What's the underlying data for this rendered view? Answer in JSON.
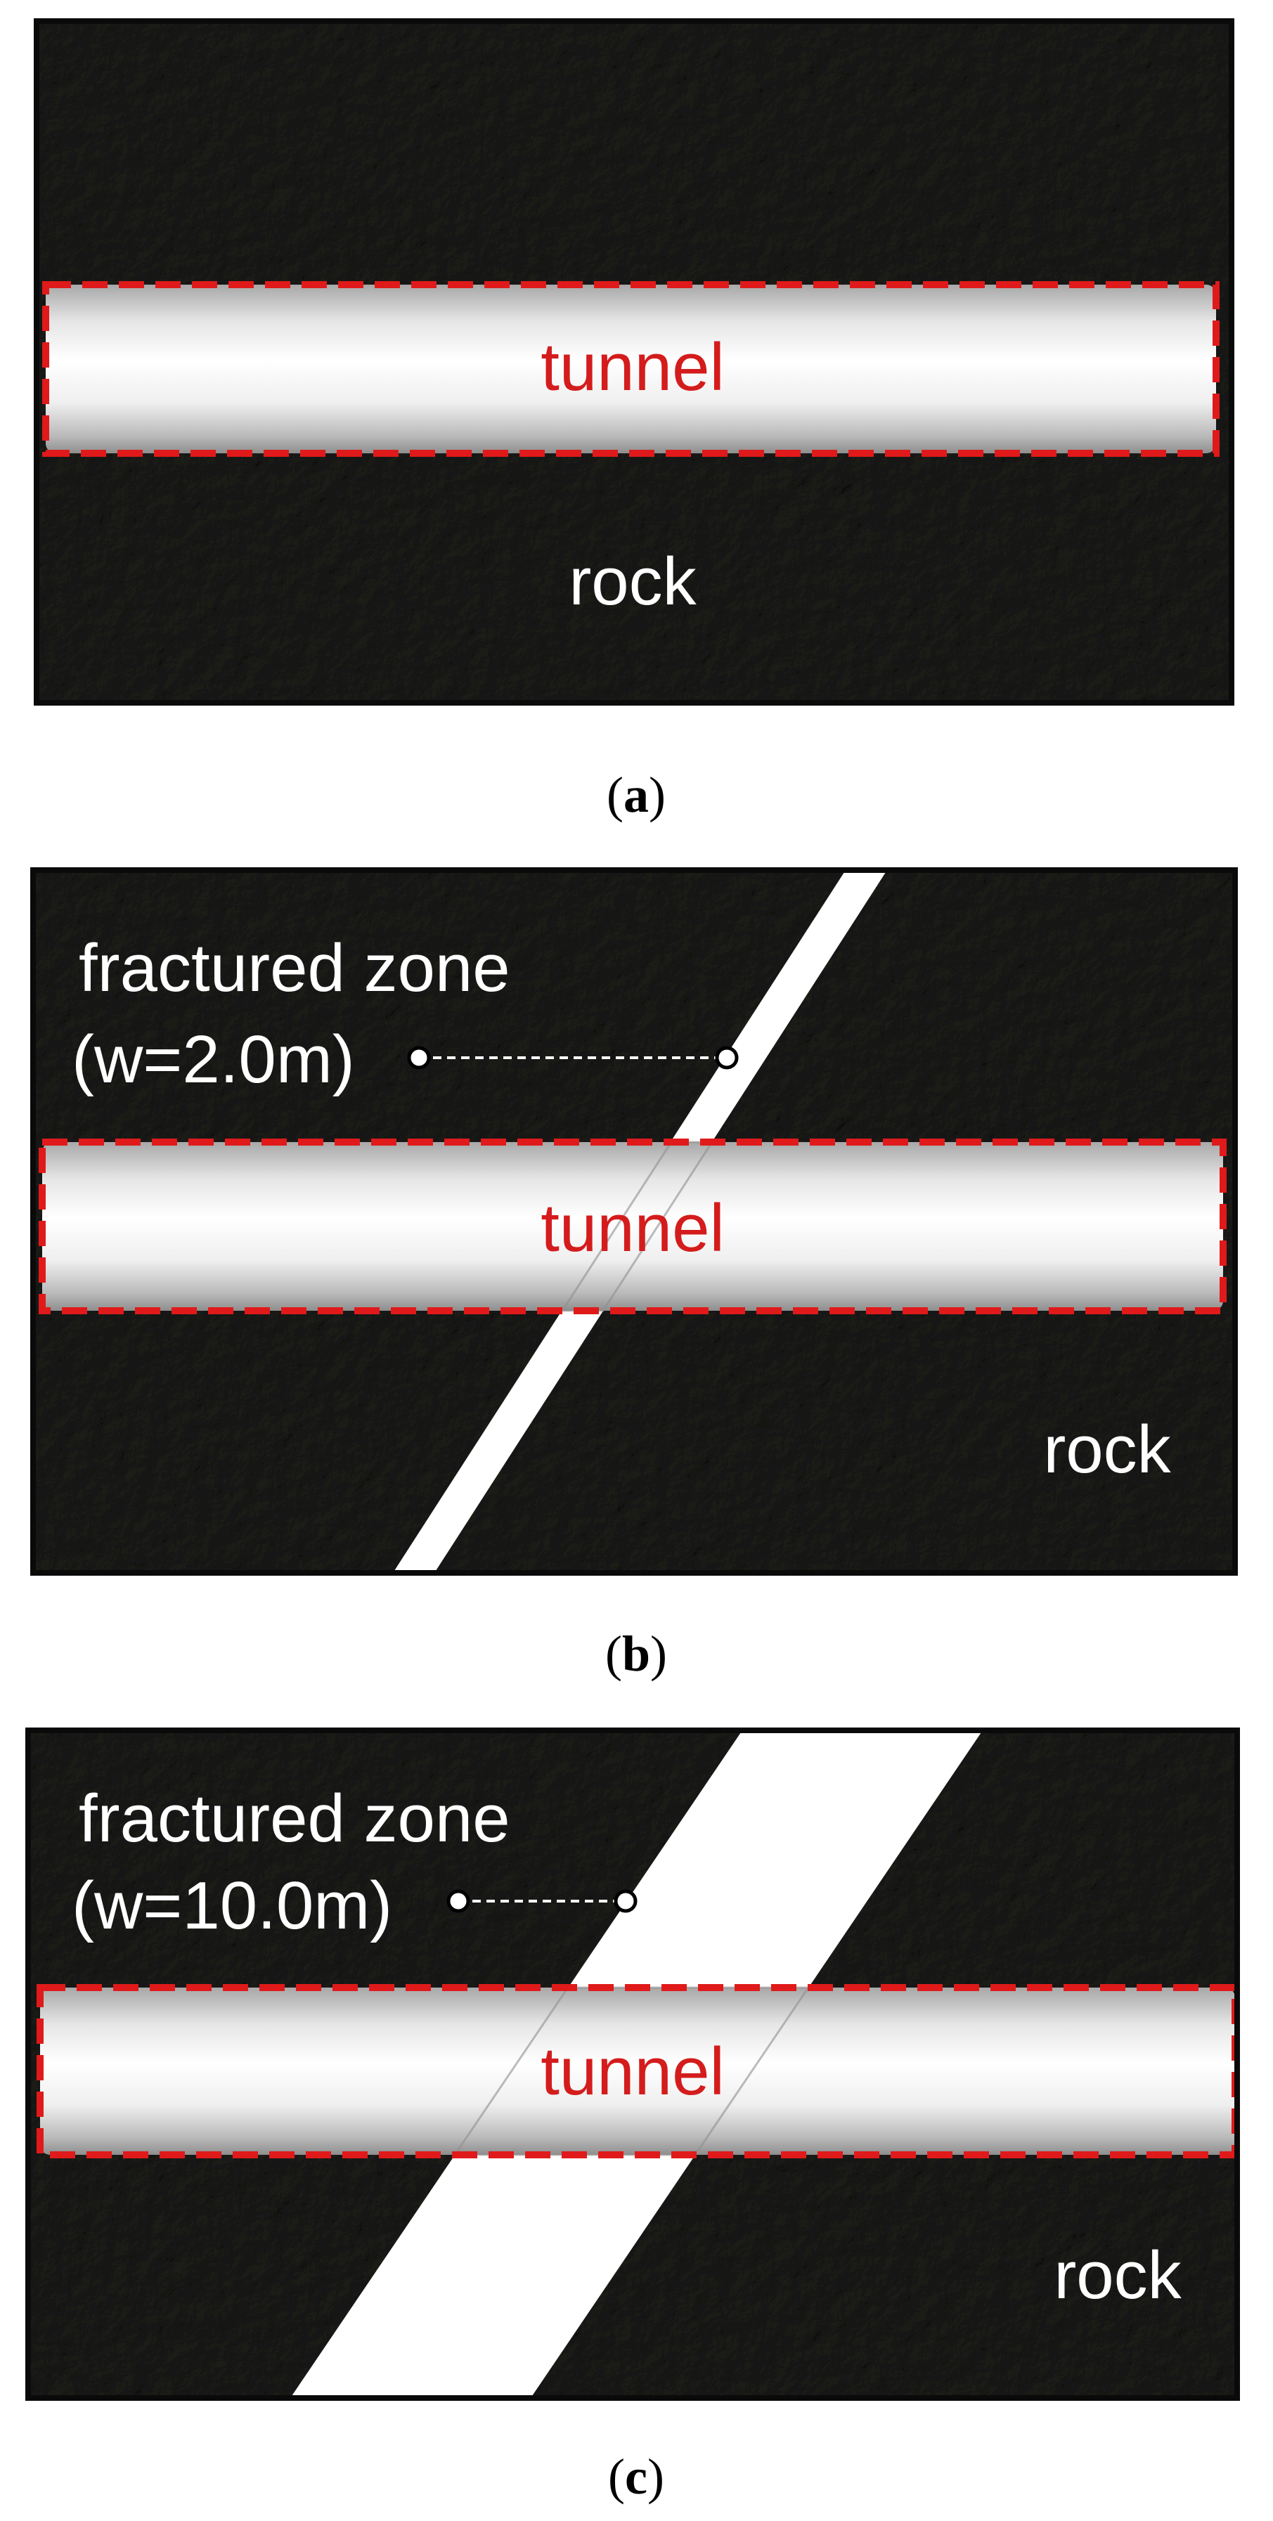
{
  "panels": [
    {
      "id": "a",
      "caption_letter": "a",
      "tunnel_label": "tunnel",
      "rock_label": "rock"
    },
    {
      "id": "b",
      "caption_letter": "b",
      "tunnel_label": "tunnel",
      "rock_label": "rock",
      "zone_label": "fractured zone",
      "zone_width_label": "(w=2.0m)",
      "fracture_width_m": 2.0
    },
    {
      "id": "c",
      "caption_letter": "c",
      "tunnel_label": "tunnel",
      "rock_label": "rock",
      "zone_label": "fractured zone",
      "zone_width_label": "(w=10.0m)",
      "fracture_width_m": 10.0
    }
  ],
  "colors": {
    "rock": "#3e3e3c",
    "frame": "#0a0a0a",
    "tunnel_dash": "#e01a1a",
    "tunnel_label": "#d41c1c",
    "rock_label": "#ffffff",
    "fracture": "#ffffff"
  }
}
